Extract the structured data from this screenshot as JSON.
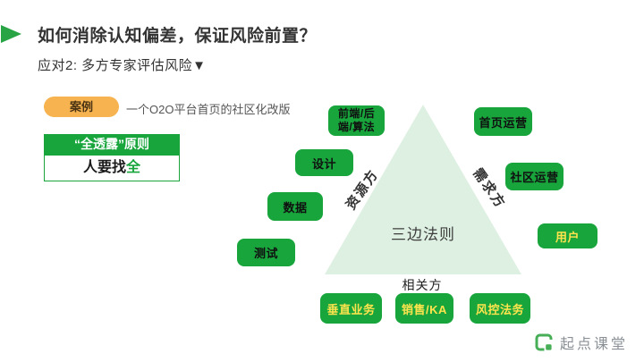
{
  "colors": {
    "green": "#17a53c",
    "pale_green": "#def0e2",
    "highlight_yellow": "#ffe44d",
    "badge_orange": "#f7b350",
    "logo_gray": "#8a9096"
  },
  "header": {
    "title": "如何消除认知偏差，保证风险前置？",
    "subtitle": "应对2: 多方专家评估风险▼"
  },
  "case": {
    "badge_label": "案例",
    "description": "一个O2O平台首页的社区化改版"
  },
  "principle": {
    "header": "“全透露”原则",
    "body_prefix": "人要找",
    "body_highlight": "全"
  },
  "diagram": {
    "center_label": "三边法则",
    "left_edge_label": "资源方",
    "right_edge_label": "需求方",
    "bottom_edge_label": "相关方",
    "tags": [
      {
        "label": "前端/后\n端/算法",
        "highlighted": false
      },
      {
        "label": "设计",
        "highlighted": false
      },
      {
        "label": "数据",
        "highlighted": false
      },
      {
        "label": "测试",
        "highlighted": false
      },
      {
        "label": "首页运营",
        "highlighted": false
      },
      {
        "label": "社区运营",
        "highlighted": false
      },
      {
        "label": "用户",
        "highlighted": true
      },
      {
        "label": "垂直业务",
        "highlighted": true
      },
      {
        "label": "销售/KA",
        "highlighted": true
      },
      {
        "label": "风控法务",
        "highlighted": true
      }
    ]
  },
  "footer": {
    "logo_text": "起点课堂"
  }
}
